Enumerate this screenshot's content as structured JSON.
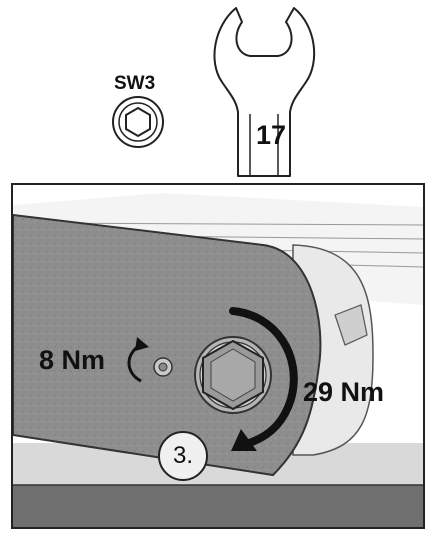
{
  "tools": {
    "hex_key_label": "SW3",
    "wrench_label": "17"
  },
  "assembly": {
    "small_torque": "8 Nm",
    "large_torque": "29 Nm",
    "step_number": "3."
  },
  "colors": {
    "plate": "#8e8e8e",
    "arrow": "#111111",
    "outline": "#222222"
  },
  "icons": [
    "hex-socket-icon",
    "open-end-wrench-icon",
    "rotate-arrow-icon"
  ]
}
